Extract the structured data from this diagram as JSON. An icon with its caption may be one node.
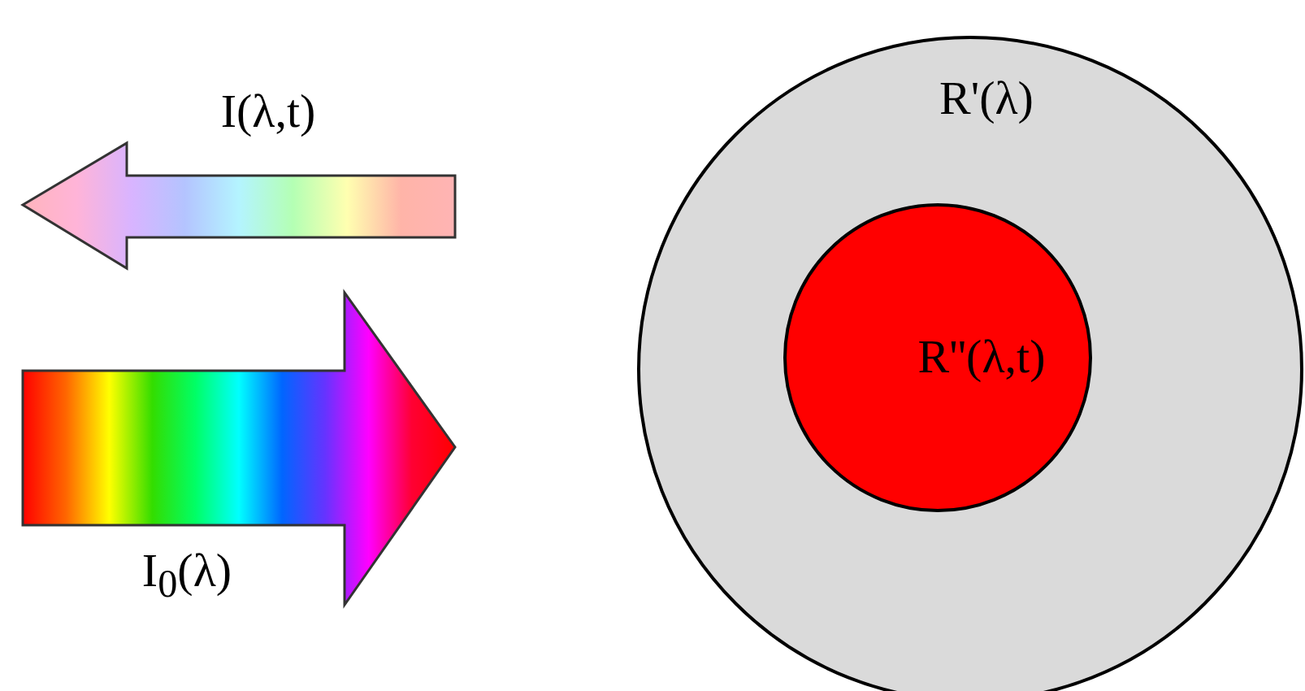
{
  "diagram": {
    "nodes": [
      {
        "text": [
          "R'(λ)"
        ]
      },
      {
        "text": [
          "R''(λ,t)"
        ],
        "in": 0
      }
    ],
    "labels": [
      "I(λ,t)",
      "I$_{0}$(λ)"
    ]
  }
}
